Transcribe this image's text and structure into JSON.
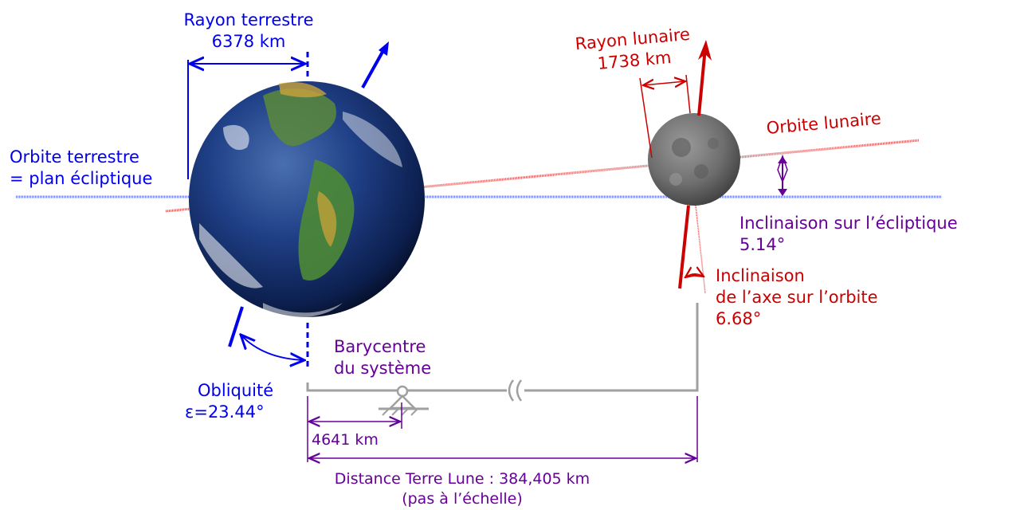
{
  "colors": {
    "earth_blue": "#0000ee",
    "moon_red": "#cc0000",
    "purple": "#660099",
    "gray": "#a0a0a0"
  },
  "earth": {
    "radius_label": "Rayon terrestre",
    "radius_value": "6378 km",
    "orbit_label_line1": "Orbite terrestre",
    "orbit_label_line2": "= plan écliptique",
    "obliquity_label": "Obliquité",
    "obliquity_value": "ε=23.44°"
  },
  "moon": {
    "radius_label": "Rayon lunaire",
    "radius_value": "1738 km",
    "orbit_label": "Orbite lunaire",
    "inclination_ecliptic_label": "Inclinaison sur l’écliptique",
    "inclination_ecliptic_value": "5.14°",
    "axis_tilt_line1": "Inclinaison",
    "axis_tilt_line2": "de l’axe sur l’orbite",
    "axis_tilt_value": "6.68°"
  },
  "barycenter": {
    "label_line1": "Barycentre",
    "label_line2": "du système",
    "distance": "4641 km"
  },
  "distance": {
    "label": "Distance Terre Lune : 384,405 km",
    "note": "(pas à l’échelle)"
  }
}
